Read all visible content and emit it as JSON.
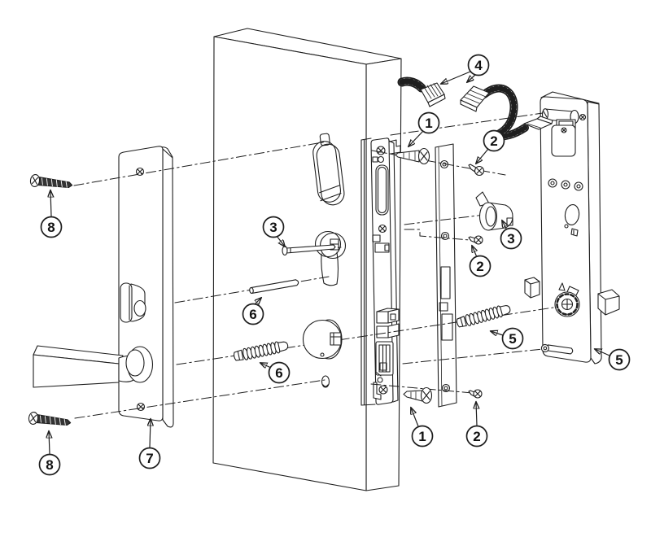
{
  "diagram": {
    "type": "exploded-assembly-line-drawing",
    "background_color": "#ffffff",
    "line_color": "#1e1e1e"
  },
  "callouts": [
    {
      "id": "callout-8-top-left",
      "label": "8"
    },
    {
      "id": "callout-3-left",
      "label": "3"
    },
    {
      "id": "callout-4-cables",
      "label": "4"
    },
    {
      "id": "callout-1-top",
      "label": "1"
    },
    {
      "id": "callout-2-top",
      "label": "2"
    },
    {
      "id": "callout-3-right",
      "label": "3"
    },
    {
      "id": "callout-2-middle",
      "label": "2"
    },
    {
      "id": "callout-6-pin",
      "label": "6"
    },
    {
      "id": "callout-6-anchor",
      "label": "6"
    },
    {
      "id": "callout-5-anchor",
      "label": "5"
    },
    {
      "id": "callout-5-plate",
      "label": "5"
    },
    {
      "id": "callout-1-bottom",
      "label": "1"
    },
    {
      "id": "callout-2-bottom",
      "label": "2"
    },
    {
      "id": "callout-7-plate",
      "label": "7"
    },
    {
      "id": "callout-8-bottom-left",
      "label": "8"
    }
  ]
}
